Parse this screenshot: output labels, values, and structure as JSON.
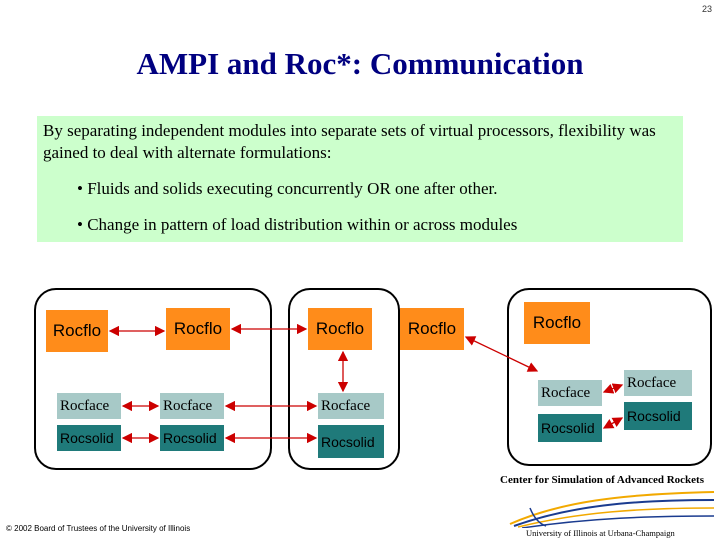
{
  "slide_number": "23",
  "title": "AMPI and Roc*: Communication",
  "intro": "By separating independent modules into separate sets of virtual processors, flexibility was gained to deal with alternate formulations:",
  "bullets": [
    "• Fluids and solids executing concurrently OR one after other.",
    "• Change in pattern of load distribution within or across modules"
  ],
  "diagram": {
    "group1": {
      "left": {
        "flo": "Rocflo",
        "face": "Rocface",
        "solid": "Rocsolid"
      },
      "right": {
        "flo": "Rocflo",
        "face": "Rocface",
        "solid": "Rocsolid"
      }
    },
    "group2": {
      "flo": "Rocflo",
      "face": "Rocface",
      "solid": "Rocsolid"
    },
    "standalone_flo": "Rocflo",
    "group3": {
      "flo": "Rocflo",
      "left": {
        "face": "Rocface",
        "solid": "Rocsolid"
      },
      "right": {
        "face": "Rocface",
        "solid": "Rocsolid"
      }
    }
  },
  "colors": {
    "title": "#000080",
    "textbox_bg": "#ccffcc",
    "rocflo": "#ff8c1a",
    "rocface": "#a7c9c7",
    "rocsolid": "#1f7a7a",
    "arrow": "#cc0000"
  },
  "footer": {
    "copyright": "© 2002 Board of Trustees of the University of Illinois",
    "logo_top": "Center for Simulation of Advanced Rockets",
    "logo_bottom": "University of Illinois at Urbana-Champaign"
  }
}
